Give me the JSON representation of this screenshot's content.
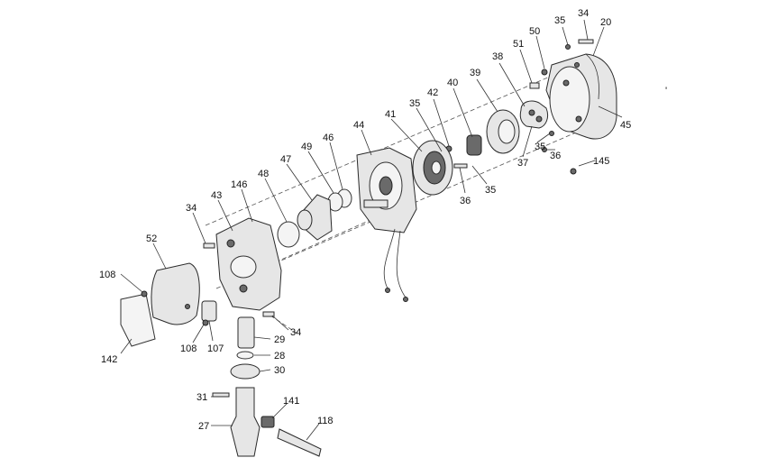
{
  "callouts": [
    "34",
    "20",
    "35",
    "50",
    "51",
    "38",
    "39",
    "40",
    "42",
    "35",
    "41",
    "44",
    "46",
    "49",
    "47",
    "48",
    "146",
    "43",
    "34",
    "52",
    "108",
    "108",
    "107",
    "142",
    "34",
    "29",
    "28",
    "30",
    "31",
    "141",
    "27",
    "118",
    "45",
    "35",
    "36",
    "37",
    "145",
    "36",
    "35"
  ],
  "mark": "'"
}
